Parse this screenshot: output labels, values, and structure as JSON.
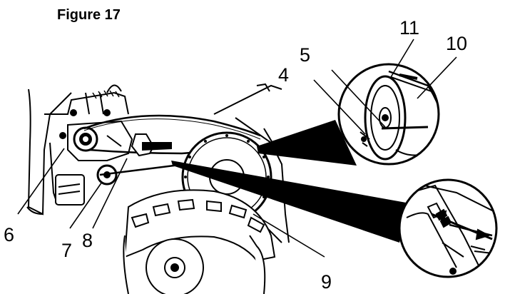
{
  "figure": {
    "title": "Figure  17"
  },
  "callouts": [
    "4",
    "5",
    "6",
    "7",
    "8",
    "9",
    "10",
    "11"
  ]
}
